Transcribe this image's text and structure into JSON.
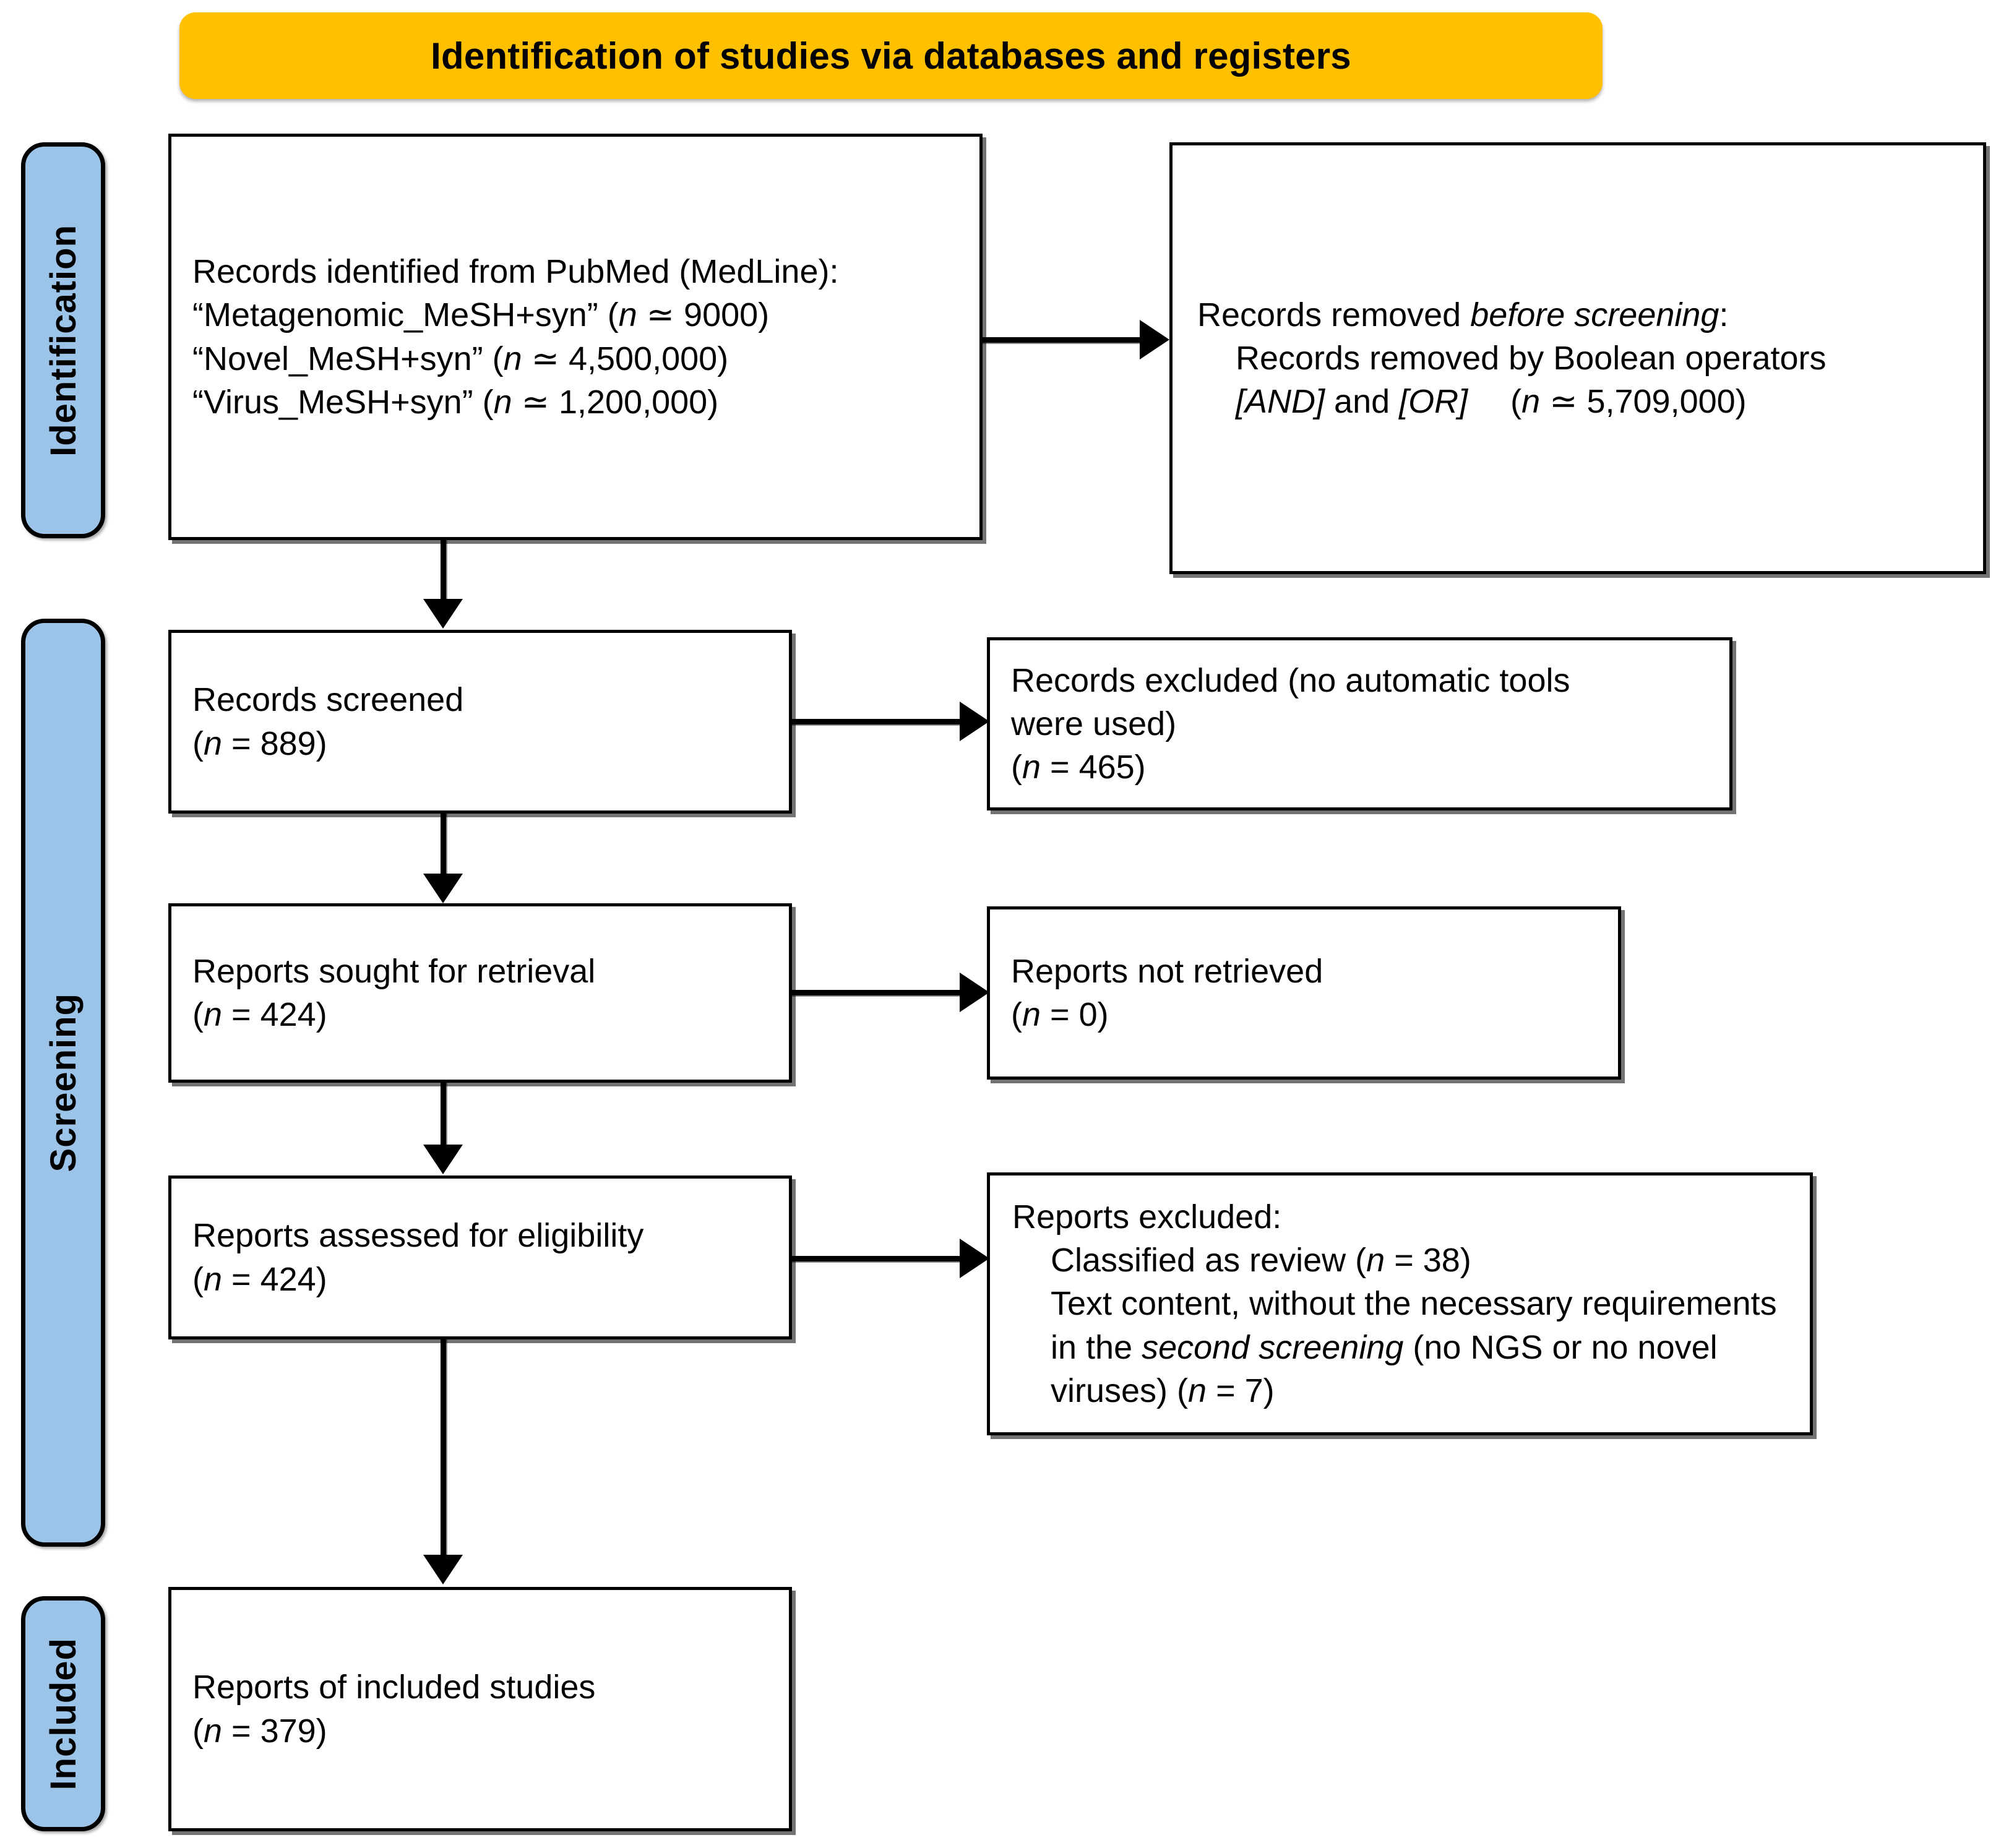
{
  "colors": {
    "banner_orange": "#ffc000",
    "stage_blue": "#9cc3e8",
    "box_border": "#000000",
    "text": "#000000"
  },
  "banner": {
    "title": "Identification of studies via databases and registers"
  },
  "stages": [
    {
      "id": "identification",
      "label": "Identification"
    },
    {
      "id": "screening",
      "label": "Screening"
    },
    {
      "id": "included",
      "label": "Included"
    }
  ],
  "boxes": {
    "records_identified": {
      "lines": [
        "Records identified from PubMed (MedLine):",
        "“Metagenomic_MeSH+syn” (",
        "“Novel_MeSH+syn” (",
        "“Virus_MeSH+syn” ("
      ],
      "line1": "Records identified from PubMed (MedLine):",
      "l2_pre": "“Metagenomic_MeSH+syn” (",
      "l2_n": "n",
      "l2_post": " ≃ 9000)",
      "l3_pre": "“Novel_MeSH+syn” (",
      "l3_n": "n",
      "l3_post": " ≃ 4,500,000)",
      "l4_pre": "“Virus_MeSH+syn” (",
      "l4_n": "n",
      "l4_post": " ≃ 1,200,000)"
    },
    "records_removed": {
      "l1_pre": "Records removed ",
      "l1_it": "before screening",
      "l1_post": ":",
      "l2": "Records removed by Boolean operators",
      "l3_it1": "[AND]",
      "l3_mid": " and ",
      "l3_it2": "[OR]",
      "l3_gap": "  (",
      "l3_n": "n",
      "l3_post": " ≃ 5,709,000)"
    },
    "records_screened": {
      "l1": "Records screened",
      "l2_pre": "(",
      "l2_n": "n",
      "l2_post": " = 889)"
    },
    "records_excluded": {
      "l1": "Records excluded (no automatic tools",
      "l2": "were used)",
      "l3_pre": "(",
      "l3_n": "n",
      "l3_post": " = 465)"
    },
    "reports_sought": {
      "l1": "Reports sought for retrieval",
      "l2_pre": "(",
      "l2_n": "n",
      "l2_post": " = 424)"
    },
    "reports_not_retrieved": {
      "l1": "Reports not retrieved",
      "l2_pre": "(",
      "l2_n": "n",
      "l2_post": " = 0)"
    },
    "reports_assessed": {
      "l1": "Reports assessed for eligibility",
      "l2_pre": "(",
      "l2_n": "n",
      "l2_post": " = 424)"
    },
    "reports_excluded": {
      "l1": "Reports excluded:",
      "l2_pre": "Classified as review (",
      "l2_n": "n",
      "l2_post": " = 38)",
      "l3_pre": "Text content, without the necessary requirements in the ",
      "l3_it": "second screening",
      "l3_mid": " (no NGS or no novel viruses) (",
      "l3_n": "n",
      "l3_post": " = 7)"
    },
    "reports_included": {
      "l1": "Reports of included studies",
      "l2_pre": "(",
      "l2_n": "n",
      "l2_post": " = 379)"
    }
  }
}
